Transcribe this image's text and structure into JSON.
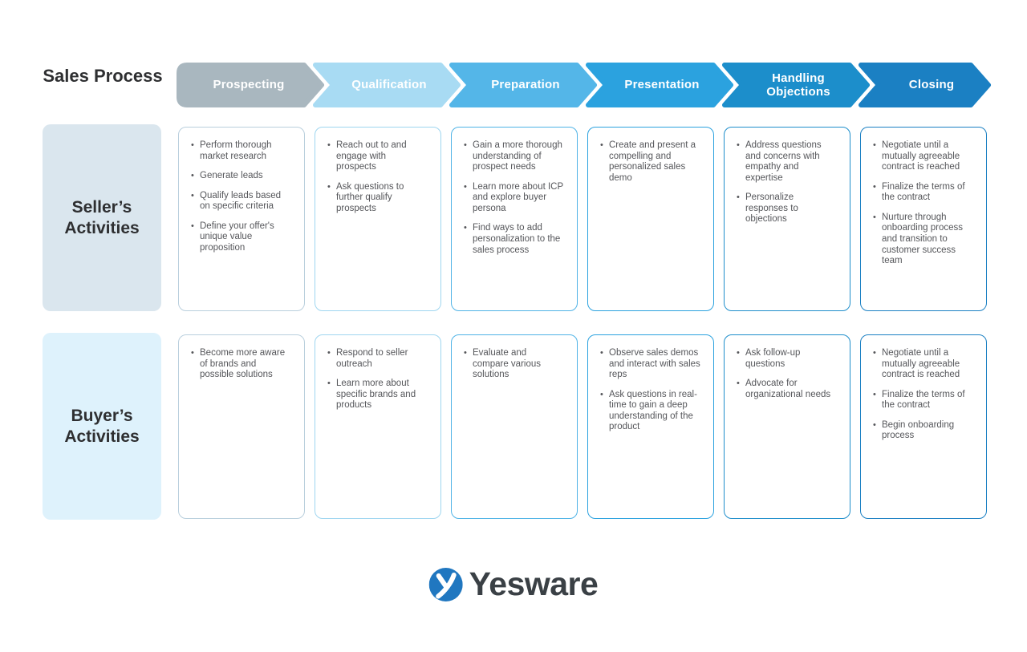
{
  "title": "Sales Process",
  "rows": {
    "seller": {
      "label": "Seller’s Activities",
      "bg": "#dae6ee"
    },
    "buyer": {
      "label": "Buyer’s Activities",
      "bg": "#def2fc"
    }
  },
  "stages": [
    {
      "label": "Prospecting",
      "color": "#a9b7bf",
      "card_border": "#b9cfdd",
      "seller_activities": [
        "Perform thorough market research",
        "Generate leads",
        "Qualify leads based on specific criteria",
        "Define your offer's unique value proposition"
      ],
      "buyer_activities": [
        "Become more aware of brands and possible solutions"
      ]
    },
    {
      "label": "Qualification",
      "color": "#a8dbf3",
      "card_border": "#9fd6f0",
      "seller_activities": [
        "Reach out to and engage with prospects",
        "Ask questions to further qualify prospects"
      ],
      "buyer_activities": [
        "Respond to seller outreach",
        "Learn more about specific brands and products"
      ]
    },
    {
      "label": "Preparation",
      "color": "#54b6e8",
      "card_border": "#4fb3e6",
      "seller_activities": [
        "Gain a more thorough understanding of prospect needs",
        "Learn more about ICP and explore buyer persona",
        "Find ways to add personalization to the sales process"
      ],
      "buyer_activities": [
        "Evaluate and compare various solutions"
      ]
    },
    {
      "label": "Presentation",
      "color": "#2ba2df",
      "card_border": "#2ba2df",
      "seller_activities": [
        "Create and present a compelling and personalized sales demo"
      ],
      "buyer_activities": [
        "Observe sales demos and interact with sales reps",
        "Ask questions in real-time to gain a deep understanding of the product"
      ]
    },
    {
      "label": "Handling Objections",
      "color": "#1c8ecb",
      "card_border": "#1e8ecb",
      "seller_activities": [
        "Address questions and concerns with empathy and expertise",
        "Personalize responses to objections"
      ],
      "buyer_activities": [
        "Ask follow-up questions",
        "Advocate for organizational needs"
      ]
    },
    {
      "label": "Closing",
      "color": "#1b80c3",
      "card_border": "#1b80c3",
      "seller_activities": [
        "Negotiate until a mutually agreeable contract is reached",
        "Finalize the terms of the contract",
        "Nurture through onboarding process and transition to customer success team"
      ],
      "buyer_activities": [
        "Negotiate until a mutually agreeable contract is reached",
        "Finalize the terms of the contract",
        "Begin onboarding process"
      ]
    }
  ],
  "logo": {
    "wordmark": "Yesware",
    "mark_color": "#2077c0",
    "wordmark_color": "#3a4045"
  }
}
